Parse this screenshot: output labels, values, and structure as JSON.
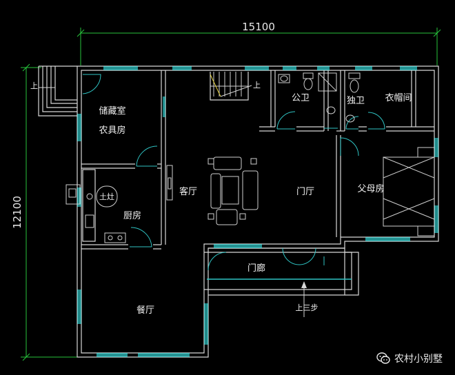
{
  "dimensions": {
    "width_label": "15100",
    "height_label": "12100"
  },
  "rooms": {
    "storage_line1": "储藏室",
    "storage_line2": "农具房",
    "public_bath": "公卫",
    "private_bath": "独卫",
    "closet": "衣帽间",
    "living": "客厅",
    "foyer": "门厅",
    "parents": "父母房",
    "kitchen": "厨房",
    "porch": "门廊",
    "dining": "餐厅"
  },
  "labels": {
    "up_left": "上",
    "up_stair": "上",
    "up_three_steps": "上三步",
    "stove": "土灶"
  },
  "watermark": {
    "text": "农村小别墅",
    "icon": "wechat-icon"
  },
  "colors": {
    "background": "#000000",
    "wall": "#d8d8d8",
    "window": "#2fc4c4",
    "dimension": "#27c53d",
    "text": "#f0f0f0"
  }
}
